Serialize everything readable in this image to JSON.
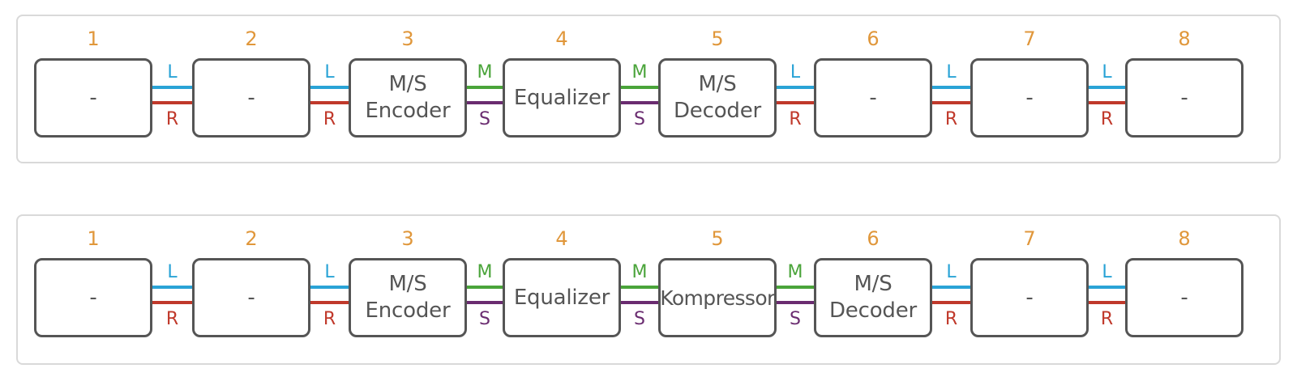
{
  "colors": {
    "number": "#e0973b",
    "L": "#2aa3d6",
    "R": "#c0392b",
    "M": "#4aa43a",
    "S": "#6a2c70",
    "border": "#555555"
  },
  "chains": [
    {
      "modules": [
        {
          "number": "1",
          "label": "-"
        },
        {
          "number": "2",
          "label": "-"
        },
        {
          "number": "3",
          "label": "M/S\nEncoder"
        },
        {
          "number": "4",
          "label": "Equalizer"
        },
        {
          "number": "5",
          "label": "M/S\nDecoder"
        },
        {
          "number": "6",
          "label": "-"
        },
        {
          "number": "7",
          "label": "-"
        },
        {
          "number": "8",
          "label": "-"
        }
      ],
      "connections": [
        {
          "top": "L",
          "bottom": "R"
        },
        {
          "top": "L",
          "bottom": "R"
        },
        {
          "top": "M",
          "bottom": "S"
        },
        {
          "top": "M",
          "bottom": "S"
        },
        {
          "top": "L",
          "bottom": "R"
        },
        {
          "top": "L",
          "bottom": "R"
        },
        {
          "top": "L",
          "bottom": "R"
        }
      ]
    },
    {
      "modules": [
        {
          "number": "1",
          "label": "-"
        },
        {
          "number": "2",
          "label": "-"
        },
        {
          "number": "3",
          "label": "M/S\nEncoder"
        },
        {
          "number": "4",
          "label": "Equalizer"
        },
        {
          "number": "5",
          "label": "Kompressor"
        },
        {
          "number": "6",
          "label": "M/S\nDecoder"
        },
        {
          "number": "7",
          "label": "-"
        },
        {
          "number": "8",
          "label": "-"
        }
      ],
      "connections": [
        {
          "top": "L",
          "bottom": "R"
        },
        {
          "top": "L",
          "bottom": "R"
        },
        {
          "top": "M",
          "bottom": "S"
        },
        {
          "top": "M",
          "bottom": "S"
        },
        {
          "top": "M",
          "bottom": "S"
        },
        {
          "top": "L",
          "bottom": "R"
        },
        {
          "top": "L",
          "bottom": "R"
        }
      ]
    }
  ]
}
